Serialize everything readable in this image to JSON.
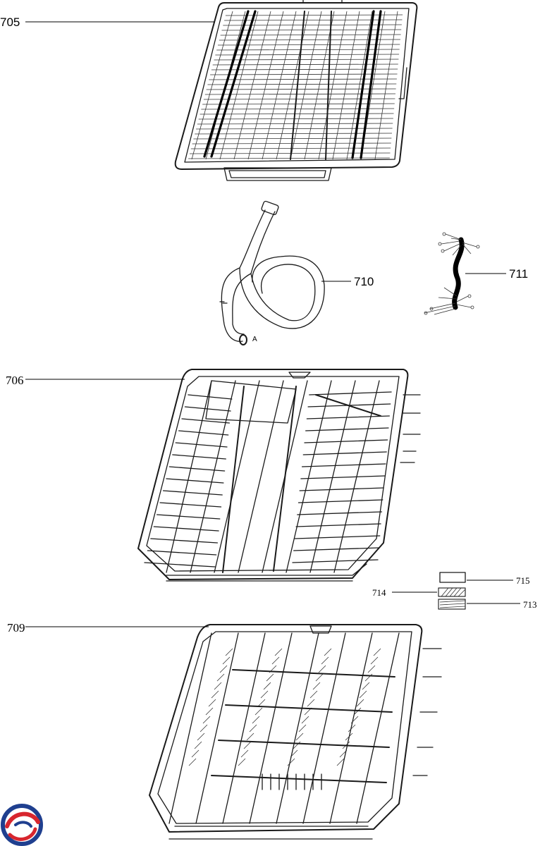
{
  "parts": [
    {
      "id": "cutlery-tray",
      "label": "705"
    },
    {
      "id": "hose",
      "label": "710",
      "end_mark": "A"
    },
    {
      "id": "wire-harness",
      "label": "711"
    },
    {
      "id": "upper-basket",
      "label": "706"
    },
    {
      "id": "pad-715",
      "label": "715"
    },
    {
      "id": "pad-714",
      "label": "714"
    },
    {
      "id": "pad-713",
      "label": "713"
    },
    {
      "id": "lower-basket",
      "label": "709"
    }
  ],
  "logo": {
    "name": "brand-logo",
    "colors": [
      "#1f3f8f",
      "#d8262e"
    ]
  }
}
